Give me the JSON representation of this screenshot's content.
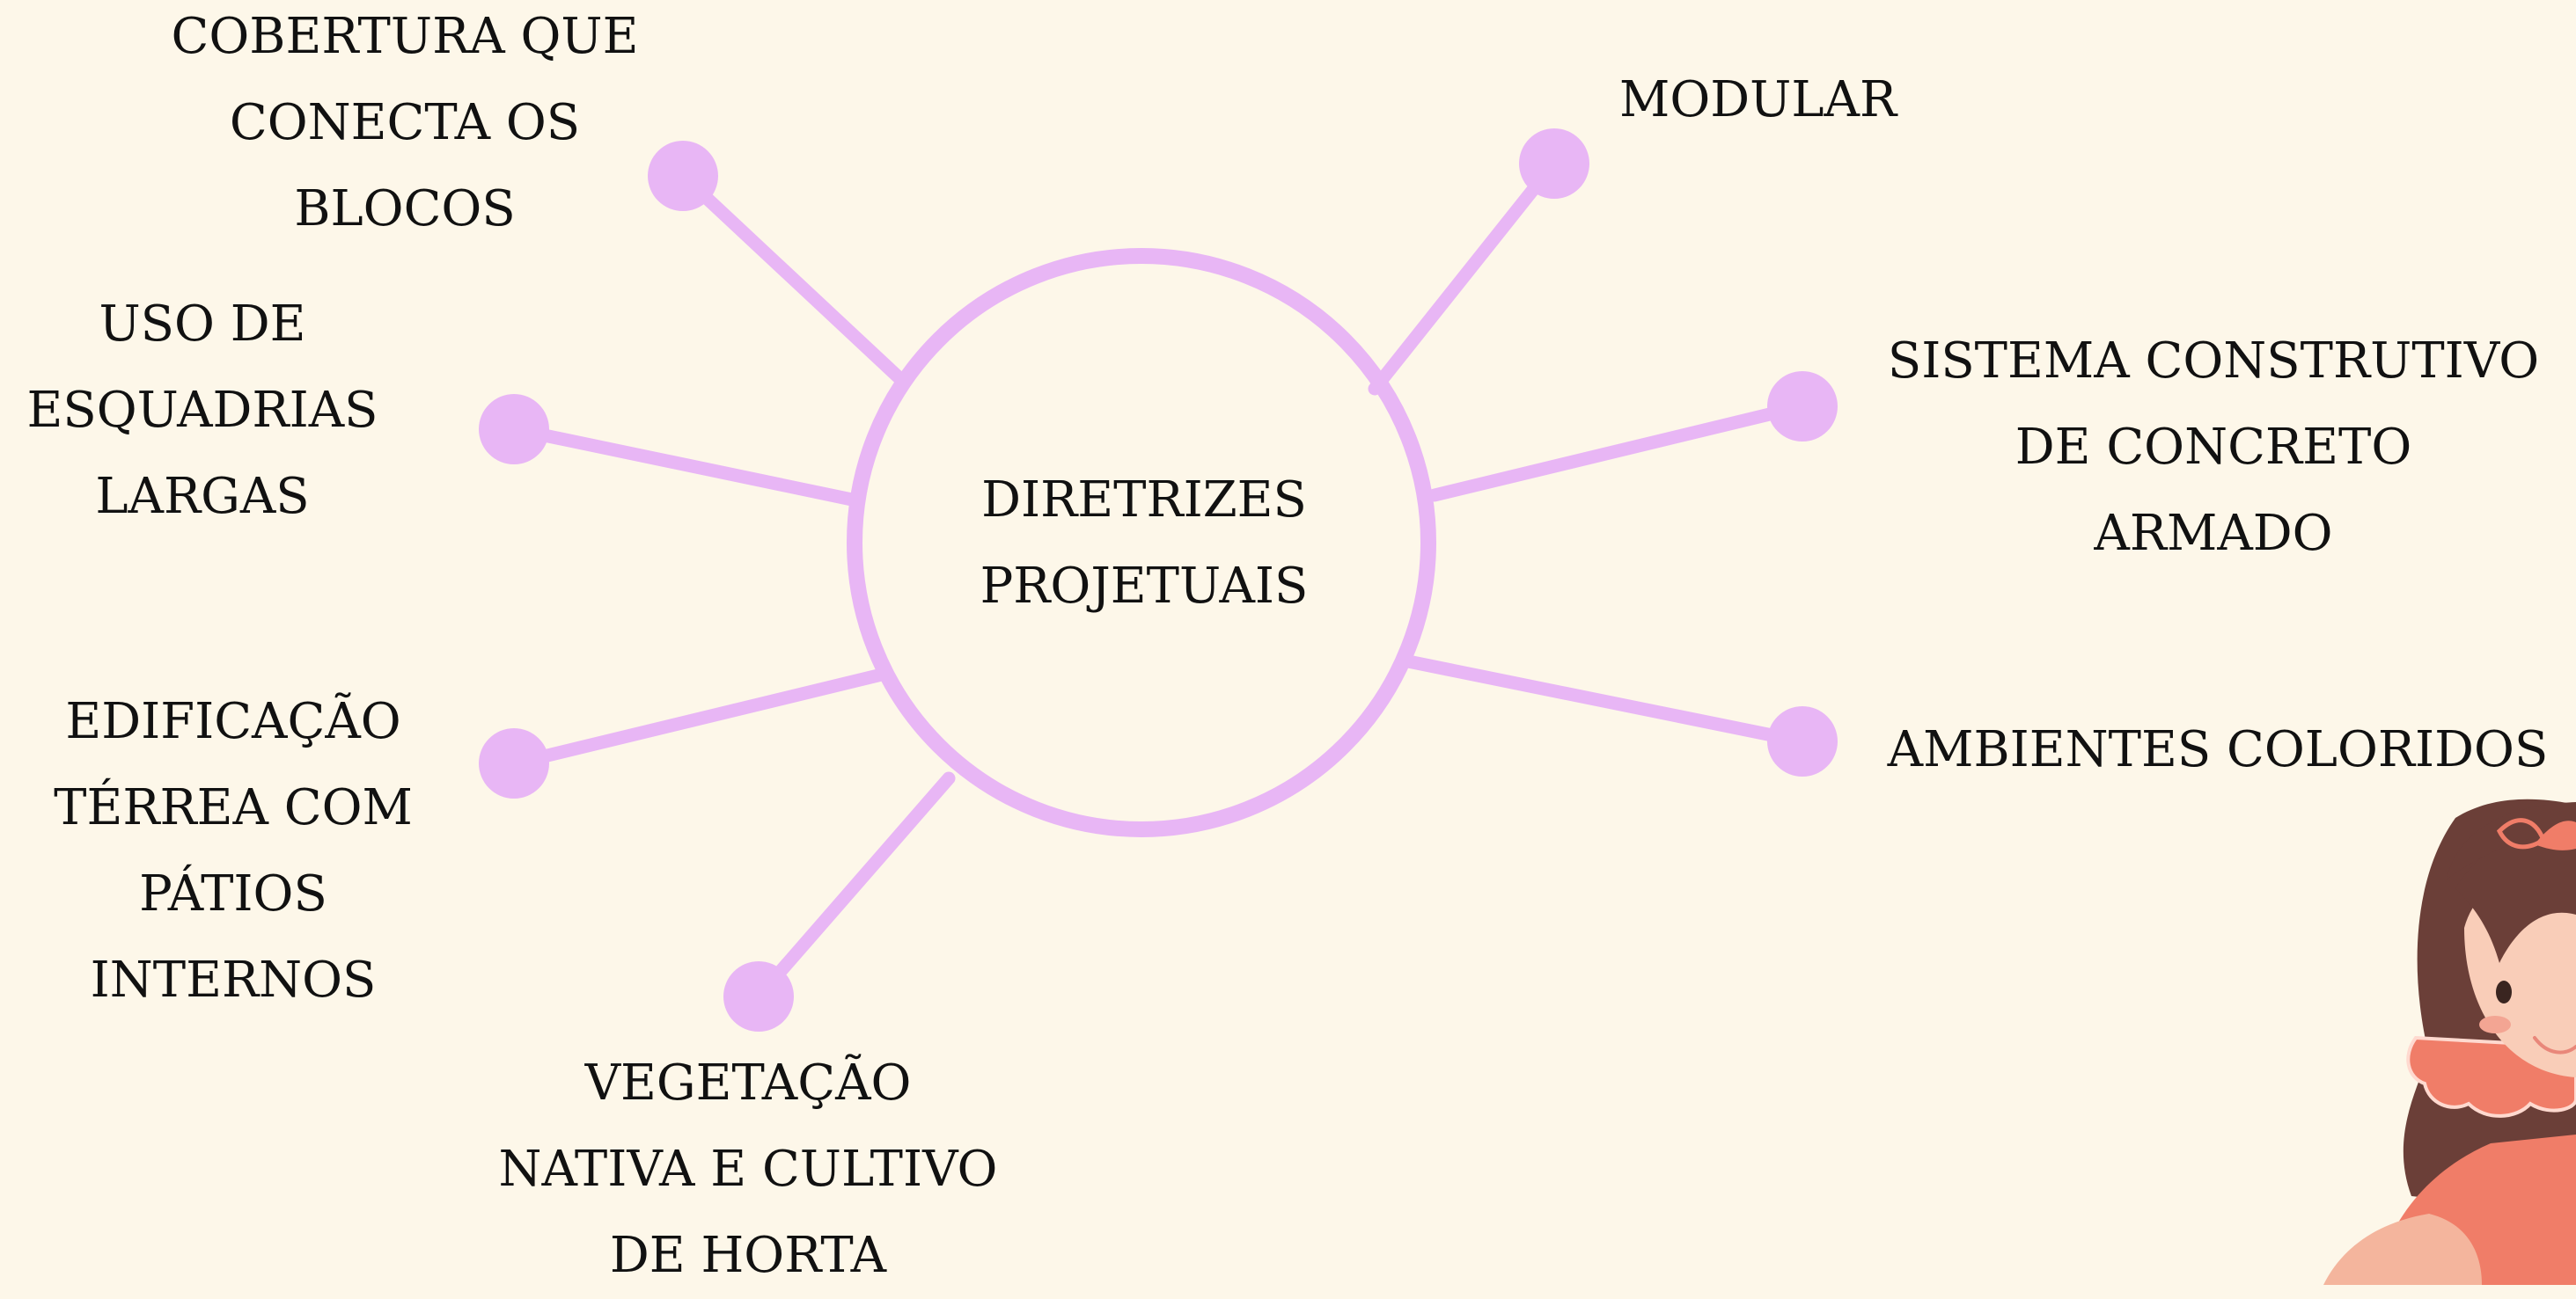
{
  "center": {
    "line1": "DIRETRIZES",
    "line2": "PROJETUAIS"
  },
  "nodes": [
    {
      "id": "cobertura",
      "lines": [
        "COBERTURA QUE",
        "CONECTA OS",
        "BLOCOS"
      ]
    },
    {
      "id": "modular",
      "lines": [
        "MODULAR"
      ]
    },
    {
      "id": "esquadrias",
      "lines": [
        "USO DE",
        "ESQUADRIAS",
        "LARGAS"
      ]
    },
    {
      "id": "sistema",
      "lines": [
        "SISTEMA CONSTRUTIVO",
        "DE CONCRETO",
        "ARMADO"
      ]
    },
    {
      "id": "edificacao",
      "lines": [
        "EDIFICAÇÃO",
        "TÉRREA COM",
        "PÁTIOS",
        "INTERNOS"
      ]
    },
    {
      "id": "ambientes",
      "lines": [
        "AMBIENTES COLORIDOS"
      ]
    },
    {
      "id": "vegetacao",
      "lines": [
        "VEGETAÇÃO",
        "NATIVA E CULTIVO",
        "DE HORTA"
      ]
    }
  ],
  "colors": {
    "background": "#fdf7e9",
    "accent": "#e8b6f5",
    "text": "#111111"
  },
  "illustration": {
    "subject": "girl-illustration"
  }
}
